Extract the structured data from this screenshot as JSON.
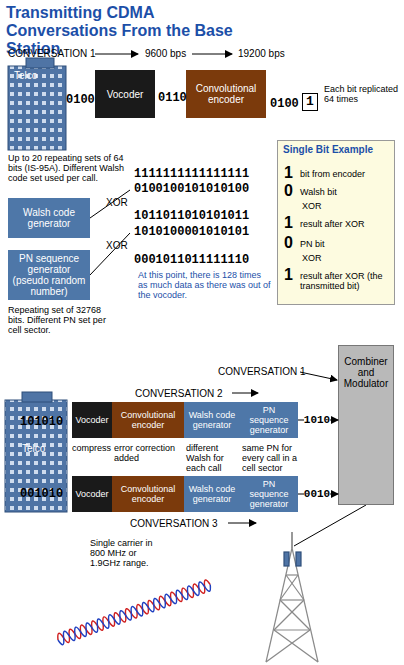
{
  "diagram": {
    "title": "Transmitting CDMA Conversations From the Base Station",
    "nodes": [
      {
        "text": [
          "Vocoder"
        ]
      },
      {
        "text": [
          "Convolutional encoder"
        ]
      },
      {
        "text": [
          "1"
        ]
      },
      {
        "text": [
          "Walsh code generator"
        ]
      },
      {
        "text": [
          "PN sequence generator (pseudo random number)"
        ]
      },
      {
        "text": [
          "Single Bit Example",
          "1",
          "bit from encoder",
          "0",
          "Walsh bit",
          "XOR",
          "1",
          "result after XOR",
          "0",
          "PN bit",
          "XOR",
          "1",
          "result after XOR (the transmitted bit)"
        ]
      },
      {
        "text": [
          "Combiner and Modulator"
        ]
      },
      {
        "text": [
          "Vocoder"
        ]
      },
      {
        "text": [
          "Convolutional encoder"
        ]
      },
      {
        "text": [
          "Walsh code generator"
        ]
      },
      {
        "text": [
          "PN sequence generator"
        ]
      },
      {
        "text": [
          "Vocoder"
        ]
      },
      {
        "text": [
          "Convolutional encoder"
        ]
      },
      {
        "text": [
          "Walsh code generator"
        ]
      },
      {
        "text": [
          "PN sequence generator"
        ]
      }
    ],
    "edges": [
      {
        "from": 10,
        "to": 6,
        "arrow": "to",
        "label": "1010"
      },
      {
        "from": 14,
        "to": 6,
        "arrow": "to",
        "label": "0010"
      }
    ],
    "labels": [
      "CONVERSATION 1",
      "9600 bps",
      "19200 bps",
      "Telco",
      "0100",
      "0110",
      "0100",
      "Each bit replicated 64 times",
      "Up to 20 repeating sets of 64 bits (IS-95A). Different Walsh code set used per call.",
      "1111111111111111",
      "0100100101010100",
      "XOR",
      "1011011010101011",
      "1010100001010101",
      "XOR",
      "0001011011111110",
      "At this point, there is 128 times as much data as there was out of the vocoder.",
      "Repeating set of 32768 bits. Different PN set per cell sector.",
      "CONVERSATION 1",
      "CONVERSATION 2",
      "101010",
      "Telco",
      "001010",
      "compress",
      "error correction added",
      "different Walsh for each call",
      "same PN for every call in a cell sector",
      "CONVERSATION 3",
      "Single carrier in 800 MHz or 1.9GHz range."
    ]
  }
}
